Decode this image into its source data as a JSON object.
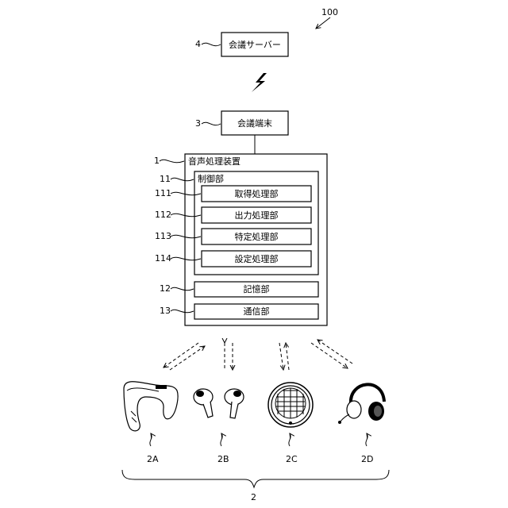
{
  "figure_ref": "100",
  "server": {
    "ref": "4",
    "label": "会議サーバー"
  },
  "terminal": {
    "ref": "3",
    "label": "会議端末"
  },
  "device": {
    "ref": "1",
    "label": "音声処理装置",
    "control": {
      "ref": "11",
      "label": "制御部",
      "units": [
        {
          "ref": "111",
          "label": "取得処理部"
        },
        {
          "ref": "112",
          "label": "出力処理部"
        },
        {
          "ref": "113",
          "label": "特定処理部"
        },
        {
          "ref": "114",
          "label": "設定処理部"
        }
      ]
    },
    "storage": {
      "ref": "12",
      "label": "記憶部"
    },
    "comm": {
      "ref": "13",
      "label": "通信部"
    }
  },
  "peripherals": {
    "group_ref": "2",
    "items": [
      {
        "ref": "2A",
        "icon": "neckband-speaker-icon"
      },
      {
        "ref": "2B",
        "icon": "earbuds-icon"
      },
      {
        "ref": "2C",
        "icon": "speakerphone-icon"
      },
      {
        "ref": "2D",
        "icon": "headset-icon"
      }
    ]
  }
}
